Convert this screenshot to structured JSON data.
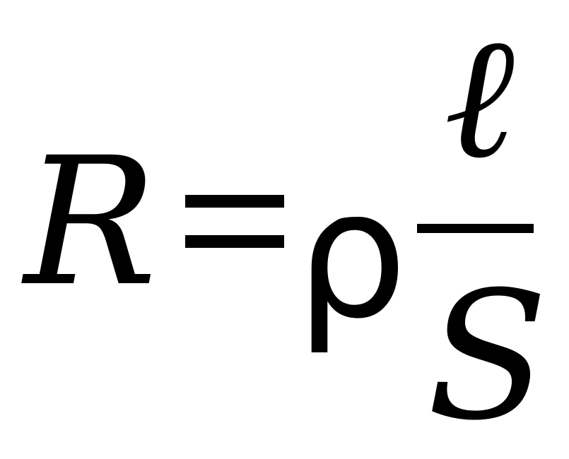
{
  "formula": {
    "lhs": "R",
    "relation": "=",
    "coefficient": "ρ",
    "numerator": "ℓ",
    "denominator": "S"
  }
}
